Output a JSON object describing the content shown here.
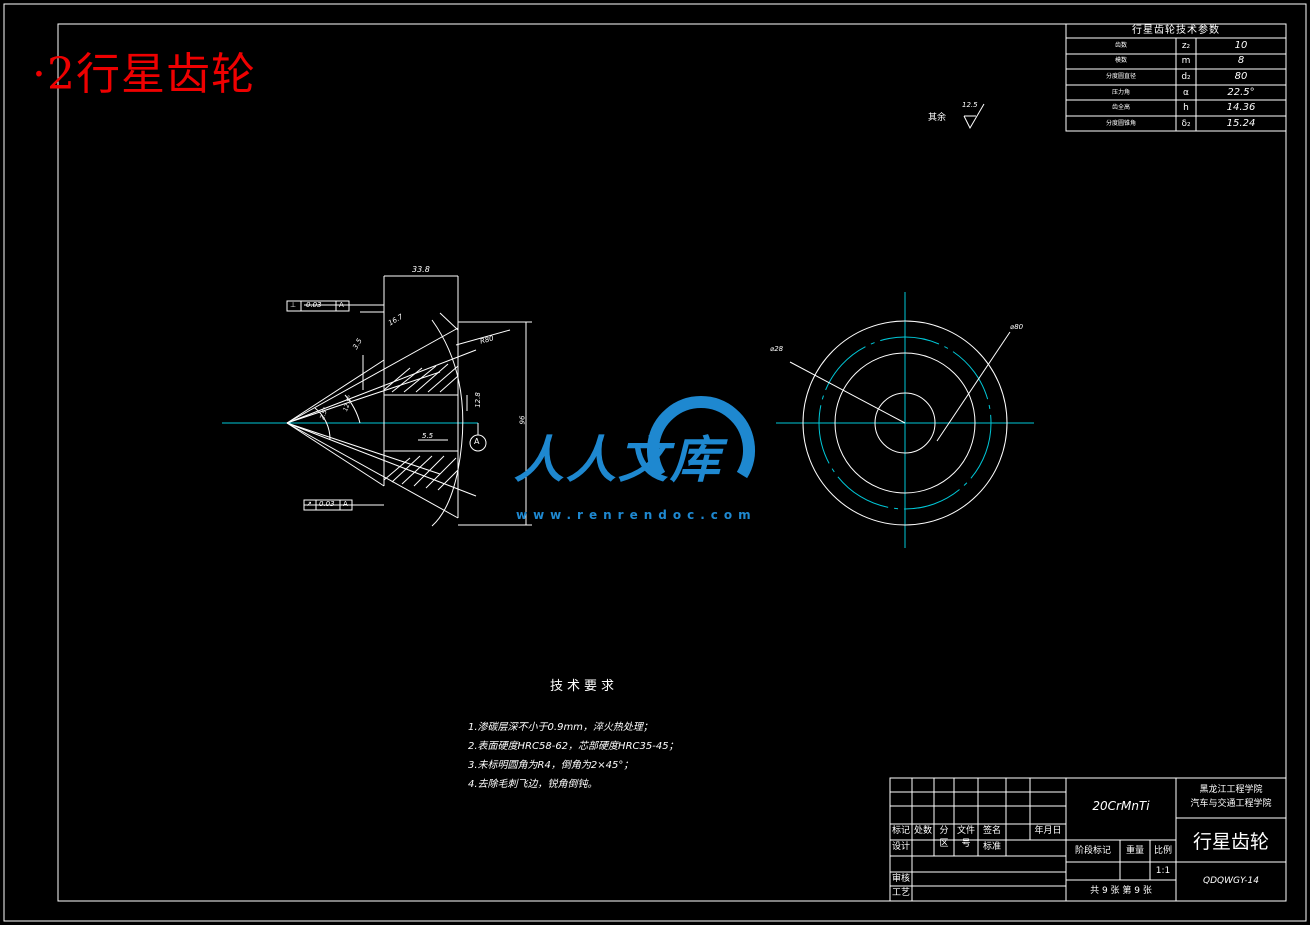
{
  "page_title": "·2行星齿轮",
  "tech_params": {
    "title": "行星齿轮技术参数",
    "rows": [
      {
        "name": "齿数",
        "symbol": "z₂",
        "value": "10"
      },
      {
        "name": "模数",
        "symbol": "m",
        "value": "8"
      },
      {
        "name": "分度圆直径",
        "symbol": "d₂",
        "value": "80"
      },
      {
        "name": "压力角",
        "symbol": "α",
        "value": "22.5°"
      },
      {
        "name": "齿全高",
        "symbol": "h",
        "value": "14.36"
      },
      {
        "name": "分度圆锥角",
        "symbol": "δ₂",
        "value": "15.24"
      }
    ]
  },
  "roughness": {
    "label": "其余",
    "value": "12.5"
  },
  "dimensions": {
    "top_width": "33.8",
    "len_1": "16.7",
    "len_2": "3.5",
    "radius_1": "R80",
    "radius_small": "12.8",
    "height": "96",
    "diameter_inner": "5.5",
    "angle_1": "2.5°",
    "angle_2": "12.5°",
    "circle_d1": "⌀28",
    "circle_d2": "⌀80",
    "datum": "A",
    "tol_1": [
      "⊥",
      "0.03",
      "A"
    ],
    "tol_2": [
      "↗",
      "0.03",
      "A"
    ]
  },
  "tech_requirements": {
    "title": "技术要求",
    "items": [
      "1.渗碳层深不小于0.9mm，淬火热处理；",
      "2.表面硬度HRC58-62，芯部硬度HRC35-45；",
      "3.未标明圆角为R4，倒角为2×45°；",
      "4.去除毛刺飞边，锐角倒钝。"
    ]
  },
  "title_block": {
    "material": "20CrMnTi",
    "school_1": "黑龙江工程学院",
    "school_2": "汽车与交通工程学院",
    "drawing_name": "行星齿轮",
    "drawing_code": "QDQWGY-14",
    "headers": [
      "标记",
      "处数",
      "分 区",
      "文件号",
      "签名",
      "年月日"
    ],
    "design": "设计",
    "standard": "标准",
    "review": "审核",
    "process": "工艺",
    "stage_mark": "阶段标记",
    "weight": "重量",
    "scale_label": "比例",
    "scale_value": "1:1",
    "sheets": "共 9 张 第 9 张"
  },
  "watermark": {
    "text": "人人文库",
    "url": "www.renrendoc.com",
    "color": "#1e88d0"
  },
  "colors": {
    "line": "#ffffff",
    "center": "#00c8d8",
    "red": "#e00000"
  }
}
